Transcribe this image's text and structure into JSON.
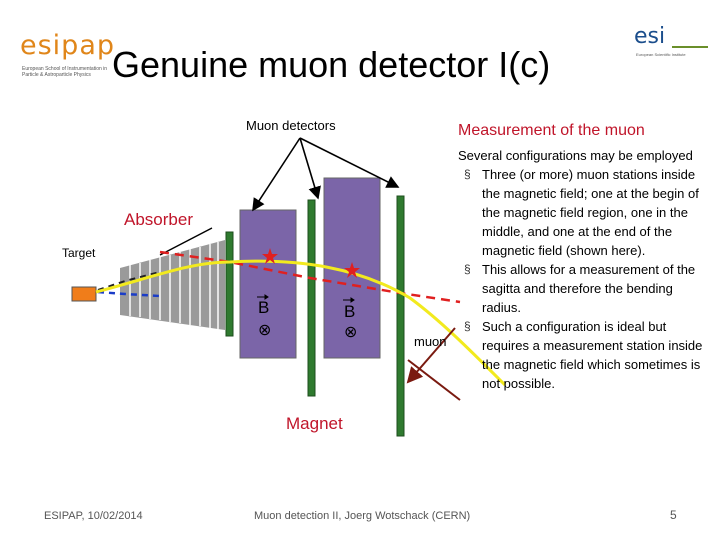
{
  "header": {
    "title": "Genuine muon detector I(c)",
    "logo_left_word": "esipap",
    "logo_left_sub": "European School of Instrumentation in Particle & Astroparticle Physics",
    "logo_right_word": "esi",
    "logo_right_sub": "European Scientific Institute"
  },
  "diagram": {
    "muon_detectors_label": "Muon detectors",
    "absorber_label": "Absorber",
    "target_label": "Target",
    "magnet_label": "Magnet",
    "muon_label": "muon",
    "field_label_1": "B",
    "field_label_2": "B",
    "field_symbol": "⊗"
  },
  "panel": {
    "title": "Measurement of the muon",
    "intro": "Several configurations may be employed",
    "bullets": [
      "Three (or more) muon stations inside the magnetic field; one at the begin of the magnetic field region, one in the middle, and one at the end of the magnetic field (shown here).",
      "This allows for a measurement of the sagitta and therefore the bending radius.",
      "Such a configuration is ideal but requires a measurement station inside the magnetic field which sometimes is not possible."
    ]
  },
  "footer": {
    "date": "ESIPAP, 10/02/2014",
    "center": "Muon detection II, Joerg Wotschack (CERN)",
    "page": "5"
  },
  "colors": {
    "magnet": "#7b65a8",
    "detector": "#2f7a2f",
    "accent_red": "#c0152a",
    "track_yellow": "#f2ea1e",
    "track_red_dashed": "#e02020",
    "track_blue": "#1a3cc8",
    "target_orange": "#f07d1a",
    "arrow_dark": "#7a1a10"
  }
}
